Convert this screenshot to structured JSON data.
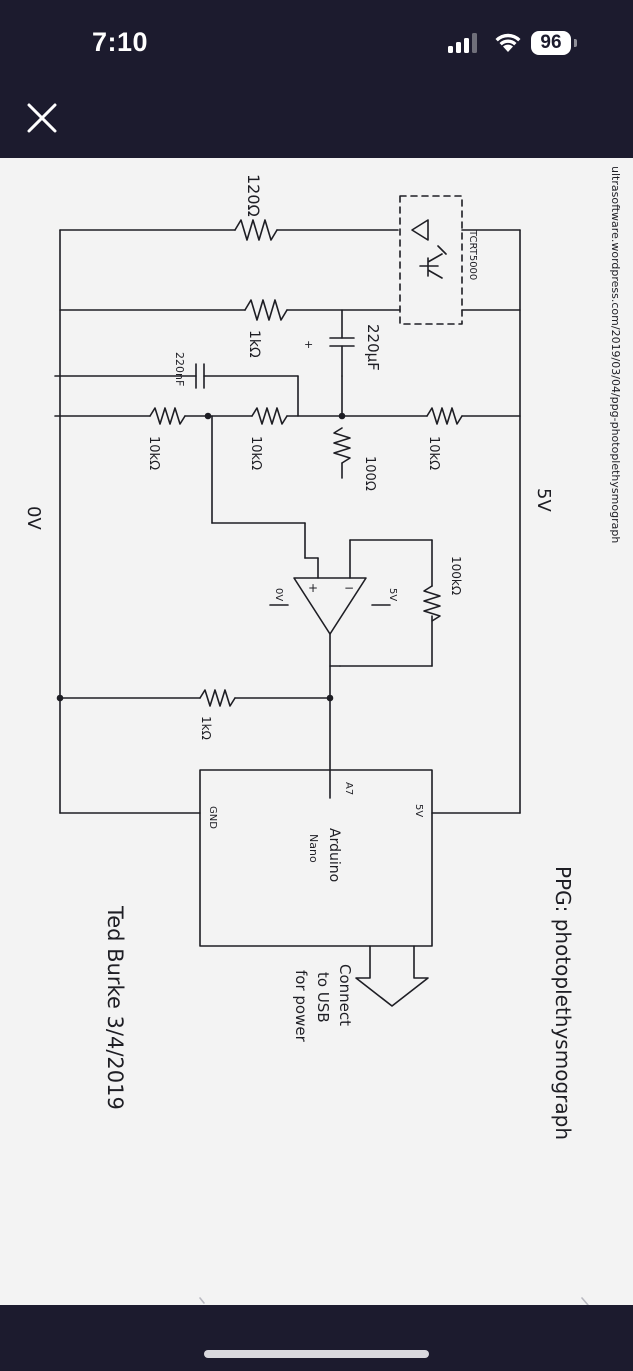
{
  "status_bar": {
    "time": "7:10",
    "battery_level": "96",
    "signal_icon": "cellular-signal-icon",
    "wifi_icon": "wifi-icon"
  },
  "viewer": {
    "close_icon": "close-icon"
  },
  "photo": {
    "title": "PPG: photoplethysmograph",
    "author_line": "Ted Burke 3/4/2019",
    "arduino_label_1": "Arduino",
    "arduino_label_2": "Nano",
    "pin_5v": "5V",
    "pin_a7": "A7",
    "pin_gnd": "GND",
    "usb_note_1": "Connect",
    "usb_note_2": "to USB",
    "usb_note_3": "for power",
    "rail_5v": "5V",
    "rail_0v": "0V",
    "sensor_label": "TCRT5000",
    "r_120": "120Ω",
    "r_1k_top": "1kΩ",
    "c_220uf": "220µF",
    "c_220nf": "220nF",
    "r_10k_a": "10kΩ",
    "r_10k_b": "10kΩ",
    "r_10k_c": "10kΩ",
    "r_100": "100Ω",
    "r_100k": "100kΩ",
    "r_1k_bottom": "1kΩ",
    "opamp_5v": "5V",
    "opamp_0v": "0V",
    "opamp_plus": "+",
    "opamp_minus": "−",
    "cap_plus": "+",
    "url_fragment": "ultrasoftware.wordpress.com/2019/03/04/ppg-photoplethysmograph"
  },
  "colors": {
    "dark_bg": "#1c1b2e",
    "paper": "#f3f3f3",
    "ink": "#1e1e24"
  }
}
